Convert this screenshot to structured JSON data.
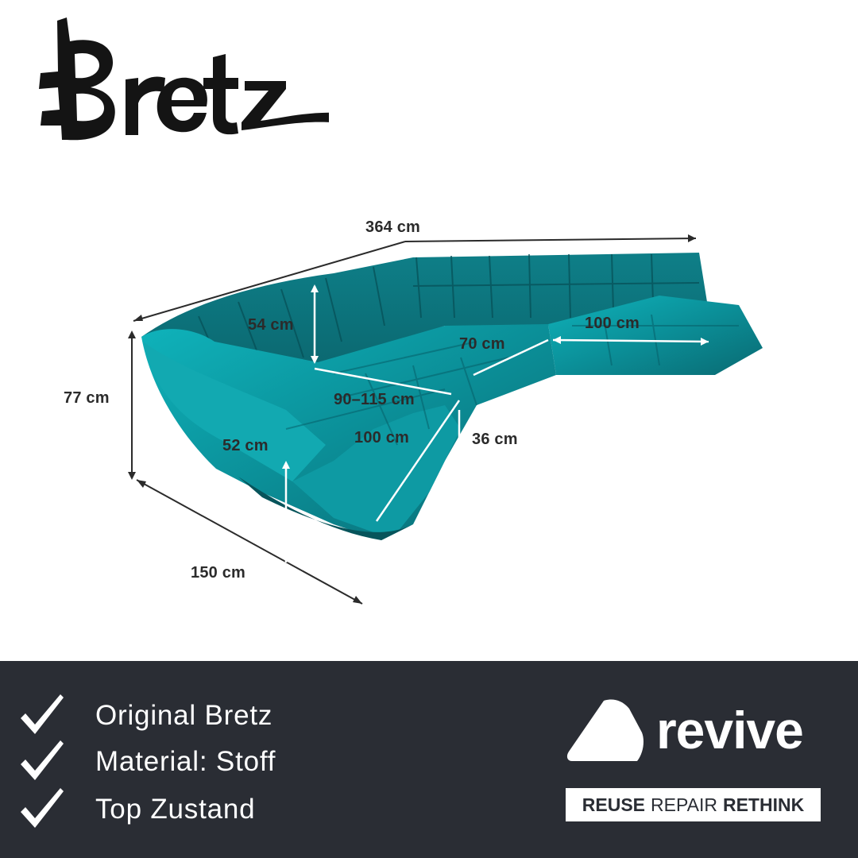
{
  "brand": {
    "logo_text": "Bretz"
  },
  "dimensions": {
    "width_total": "364 cm",
    "height_total": "77 cm",
    "depth_side": "150 cm",
    "back_height": "54 cm",
    "seat_depth_center": "90–115 cm",
    "seat_depth_right": "70 cm",
    "chaise_width": "100 cm",
    "seat_depth_front": "100 cm",
    "seat_height_corner": "36 cm",
    "seat_height_front": "52 cm"
  },
  "features": [
    {
      "icon": "check-icon",
      "text": "Original Bretz"
    },
    {
      "icon": "check-icon",
      "text": "Material: Stoff"
    },
    {
      "icon": "check-icon",
      "text": "Top Zustand"
    }
  ],
  "revive": {
    "wordmark": "revive",
    "tagline": {
      "reuse": "REUSE",
      "repair": "REPAIR",
      "rethink": "RETHINK"
    }
  },
  "colors": {
    "sofa": "#0f9aa3",
    "sofa_dark": "#0a5f67",
    "panel": "#2a2d34",
    "text_dark": "#2b2b2b"
  }
}
